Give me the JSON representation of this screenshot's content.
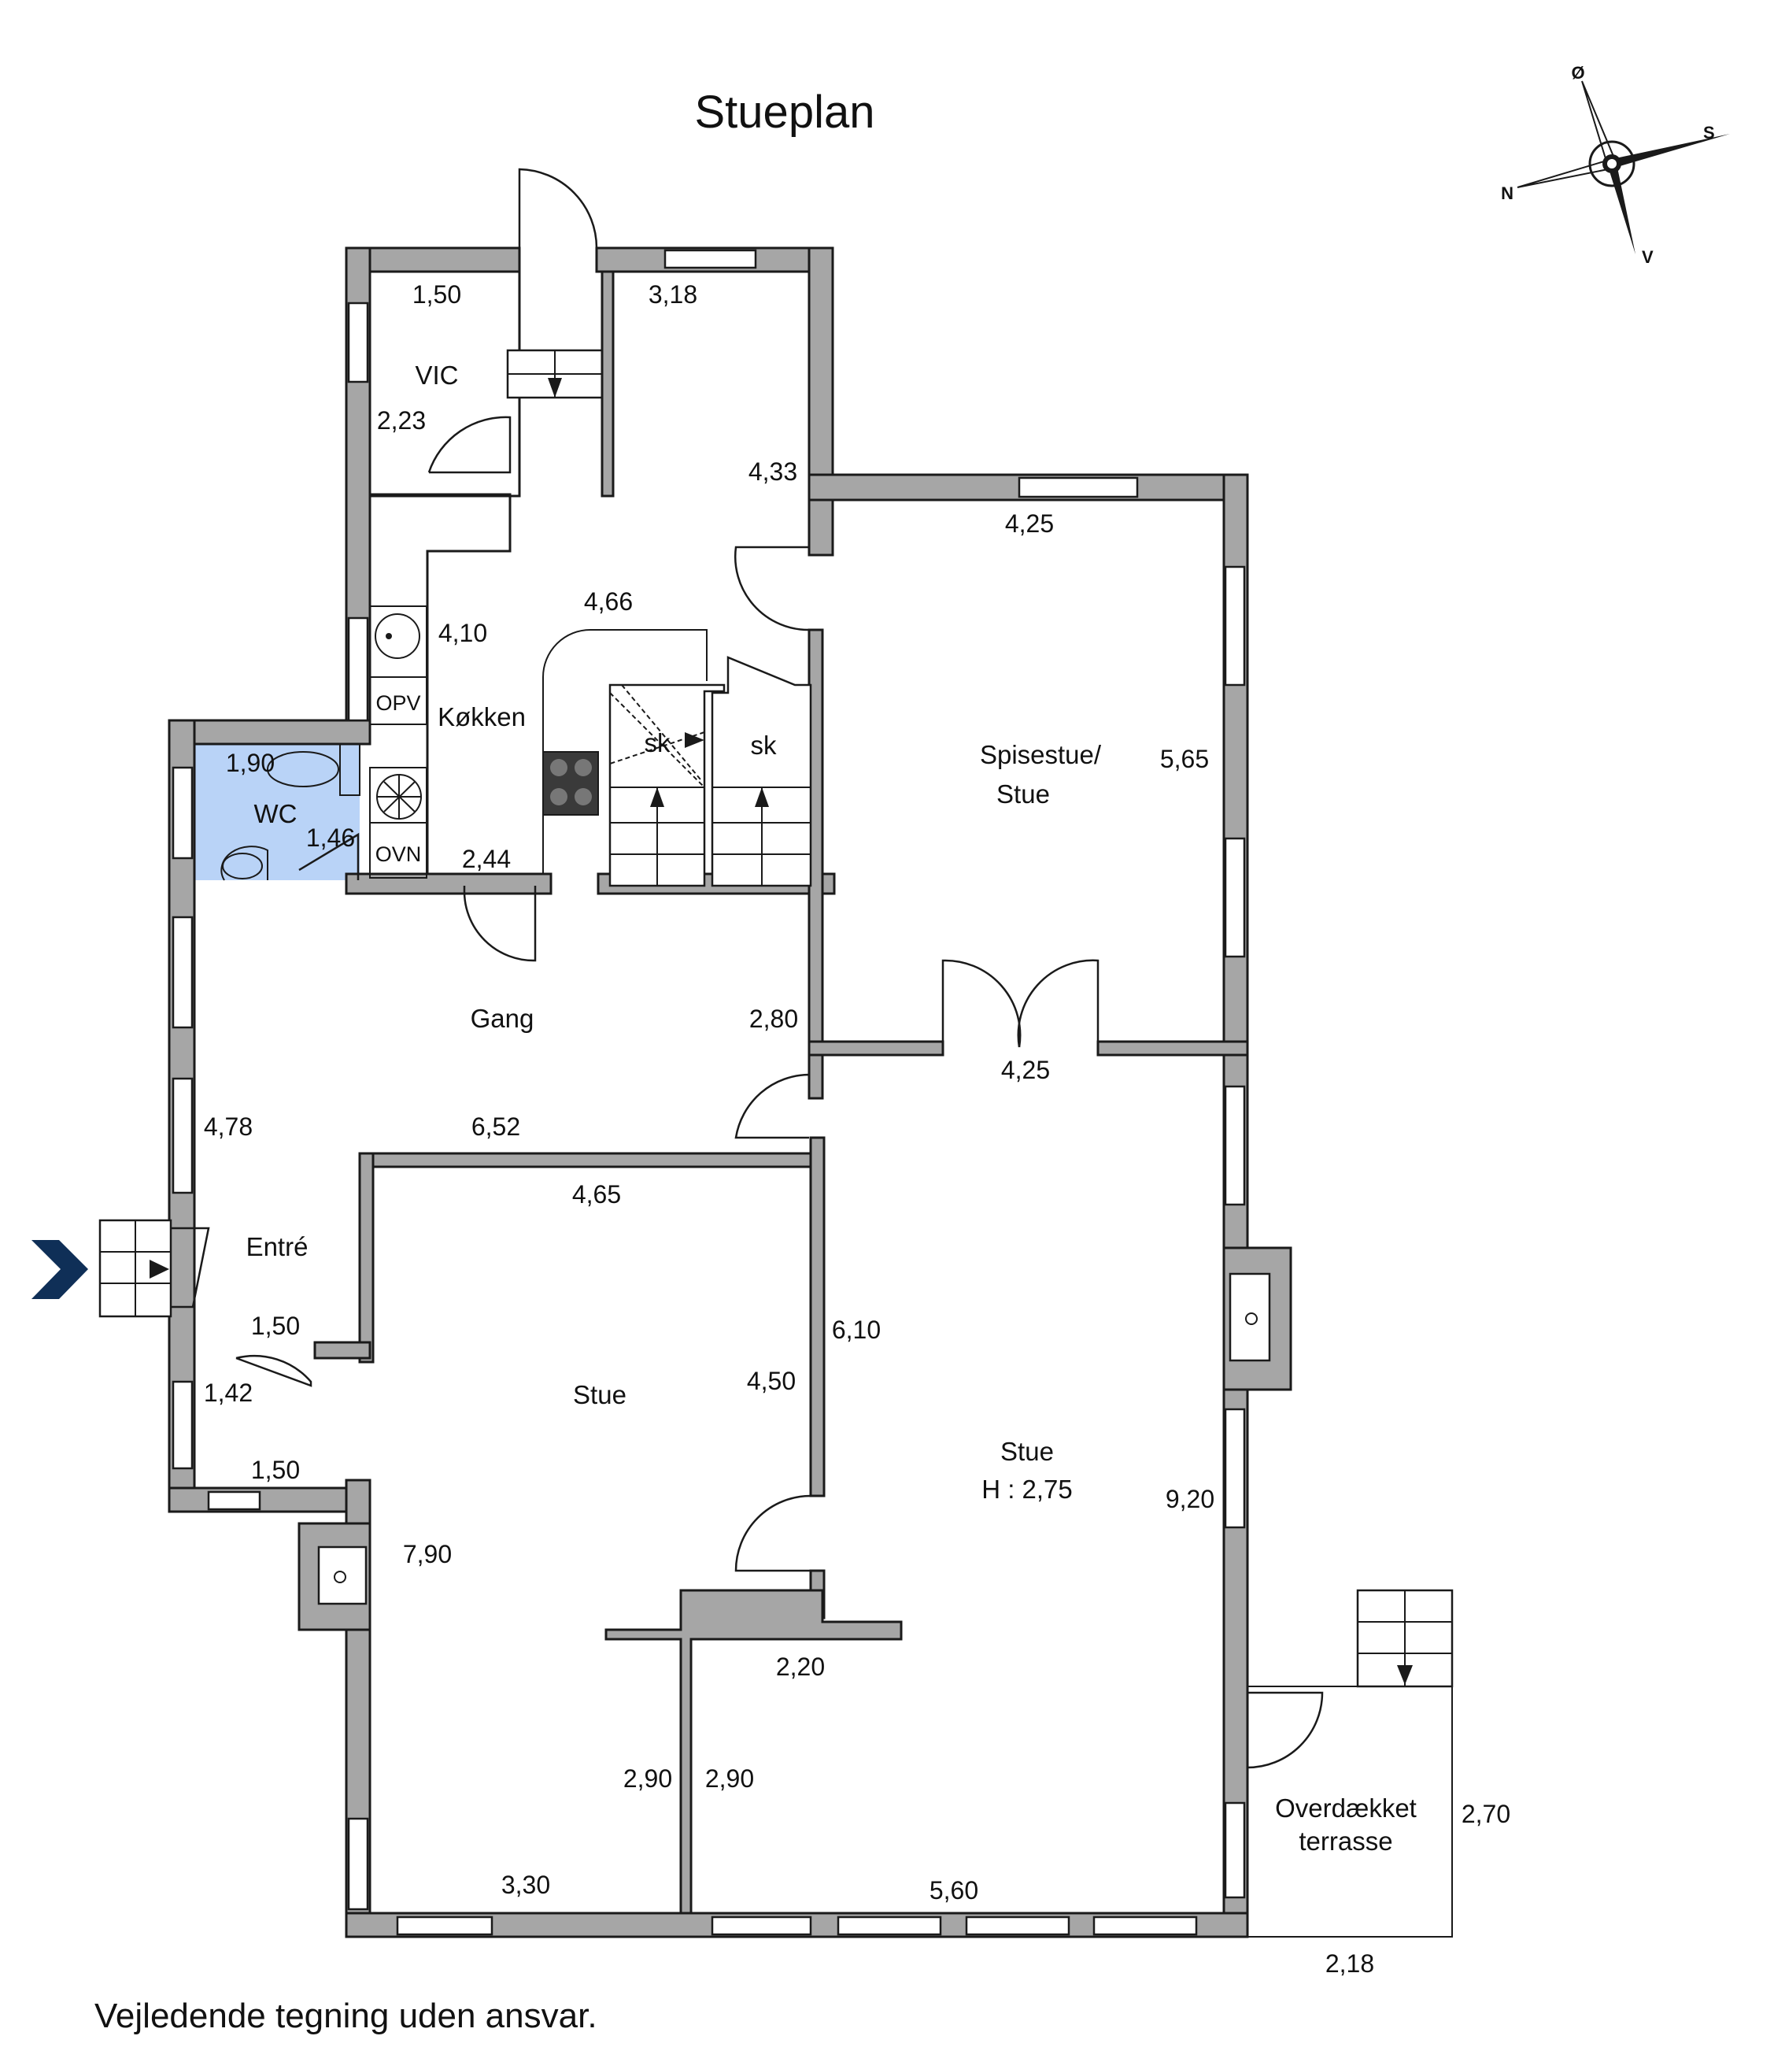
{
  "title": "Stueplan",
  "footnote": "Vejledende tegning uden ansvar.",
  "compass": {
    "north": "N",
    "east": "Ø",
    "south": "S",
    "west": "V"
  },
  "colors": {
    "wall": "#a6a6a6",
    "wc_fill": "#b9d3f7",
    "entry_arrow": "#0f2f57"
  },
  "rooms": {
    "vic": "VIC",
    "kitchen": "Køkken",
    "dining_line1": "Spisestue/",
    "dining_line2": "Stue",
    "wc": "WC",
    "hall": "Gang",
    "entry": "Entré",
    "living_left": "Stue",
    "living_right_line1": "Stue",
    "living_right_line2": "H : 2,75",
    "terrace_line1": "Overdækket",
    "terrace_line2": "terrasse",
    "stairs_1": "sk",
    "stairs_2": "sk",
    "opv": "OPV",
    "ovn": "OVN"
  },
  "dimensions": {
    "vic_w": "1,50",
    "vic_h": "2,23",
    "top_corridor_w": "3,18",
    "top_corridor_h": "4,33",
    "dining_top": "4,25",
    "dining_right": "5,65",
    "dining_bottom": "4,25",
    "kitchen_top": "4,66",
    "kitchen_left": "4,10",
    "kitchen_bottom": "2,44",
    "wc_w": "1,90",
    "wc_h": "1,46",
    "hall_right": "2,80",
    "hall_left": "4,78",
    "hall_bottom": "6,52",
    "left_living_top": "4,65",
    "left_living_right": "4,50",
    "entry_bottom": "1,50",
    "entry_left": "1,42",
    "closet_w": "1,50",
    "left_living_left": "7,90",
    "right_living_left": "6,10",
    "right_living_right": "9,20",
    "niche": "2,20",
    "left_bottom_h": "2,90",
    "right_bottom_h": "2,90",
    "left_bottom_w": "3,30",
    "right_bottom_w": "5,60",
    "terrace_h": "2,70",
    "terrace_w": "2,18"
  }
}
